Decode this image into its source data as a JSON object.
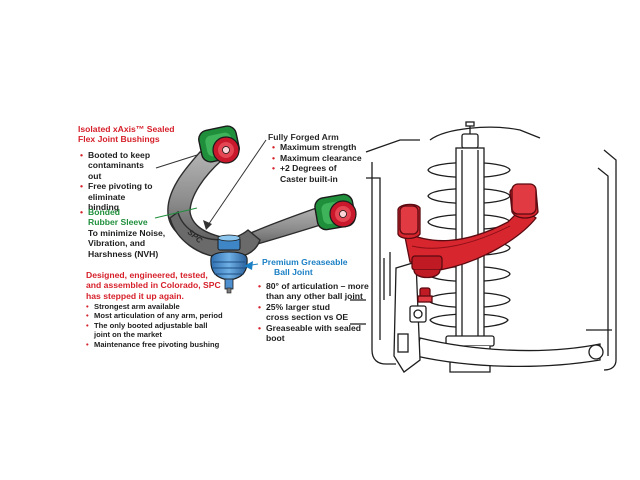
{
  "bushing_callout": {
    "heading": [
      "Isolated xAxis™ Sealed",
      "Flex Joint Bushings"
    ],
    "bullets": [
      "Booted to keep contaminants out",
      "Free pivoting to eliminate binding"
    ],
    "bonded_heading": [
      "Bonded",
      "Rubber Sleeve"
    ],
    "bonded_text": "To minimize Noise, Vibration, and Harshness (NVH)"
  },
  "arm_callout": {
    "heading": "Fully Forged Arm",
    "bullets": [
      "Maximum strength",
      "Maximum clearance",
      "+2 Degrees of Caster built-in"
    ]
  },
  "design_callout": {
    "heading": [
      "Designed, engineered, tested,",
      "and assembled in Colorado, SPC",
      "has stepped it up again."
    ],
    "bullets": [
      "Strongest arm available",
      "Most articulation of any arm, period",
      "The only booted adjustable ball joint on the market",
      "Maintenance free pivoting bushing"
    ]
  },
  "ball_joint_callout": {
    "heading": [
      "Premium Greaseable",
      "Ball Joint"
    ],
    "bullets": [
      "80° of articulation – more than any other ball joint",
      "25% larger stud cross section vs OE",
      "Greaseable with sealed boot"
    ]
  },
  "arm_label": "SPC",
  "colors": {
    "red": "#d6202a",
    "green": "#1f8f3c",
    "blue": "#1a7fc4",
    "arm_gray": "#8c8c8c",
    "bushing_red": "#c9182b"
  }
}
